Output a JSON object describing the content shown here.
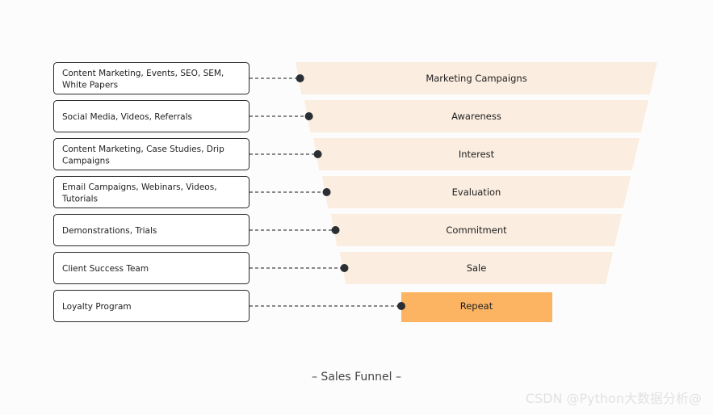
{
  "caption": "– Sales Funnel –",
  "watermark": "CSDN @Python大数据分析@",
  "colors": {
    "stage_fill": "#fbede0",
    "highlight_fill": "#fdb462",
    "box_stroke": "#2a2a2a",
    "connector": "#444444",
    "dot": "#2b2f33"
  },
  "stages": [
    {
      "name": "Marketing Campaigns",
      "tactics": [
        "Content Marketing, Events, SEO, SEM,",
        "White Papers"
      ],
      "highlight": false
    },
    {
      "name": "Awareness",
      "tactics": [
        "Social Media, Videos, Referrals"
      ],
      "highlight": false
    },
    {
      "name": "Interest",
      "tactics": [
        "Content Marketing, Case Studies, Drip",
        "Campaigns"
      ],
      "highlight": false
    },
    {
      "name": "Evaluation",
      "tactics": [
        "Email Campaigns, Webinars, Videos,",
        "Tutorials"
      ],
      "highlight": false
    },
    {
      "name": "Commitment",
      "tactics": [
        "Demonstrations, Trials"
      ],
      "highlight": false
    },
    {
      "name": "Sale",
      "tactics": [
        "Client Success Team"
      ],
      "highlight": false
    },
    {
      "name": "Repeat",
      "tactics": [
        "Loyalty Program"
      ],
      "highlight": true
    }
  ]
}
